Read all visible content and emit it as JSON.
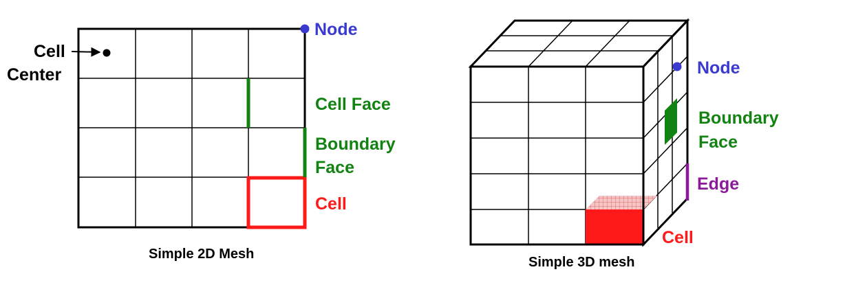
{
  "mesh_2d": {
    "caption": "Simple 2D Mesh",
    "labels": {
      "cell_center_line1": "Cell",
      "cell_center_line2": "Center",
      "node": "Node",
      "cell_face": "Cell Face",
      "boundary_face_line1": "Boundary",
      "boundary_face_line2": "Face",
      "cell": "Cell"
    },
    "grid": {
      "rows": 4,
      "cols": 4
    }
  },
  "mesh_3d": {
    "caption": "Simple 3D mesh",
    "labels": {
      "node": "Node",
      "boundary_face_line1": "Boundary",
      "boundary_face_line2": "Face",
      "edge": "Edge",
      "cell": "Cell"
    },
    "grid": {
      "rows": 5,
      "cols": 3,
      "depth": 3
    }
  },
  "colors": {
    "node": "#3a3ad0",
    "face": "#128212",
    "cell": "#ff1a1a",
    "edge": "#8a1a9a",
    "line": "#000000"
  }
}
